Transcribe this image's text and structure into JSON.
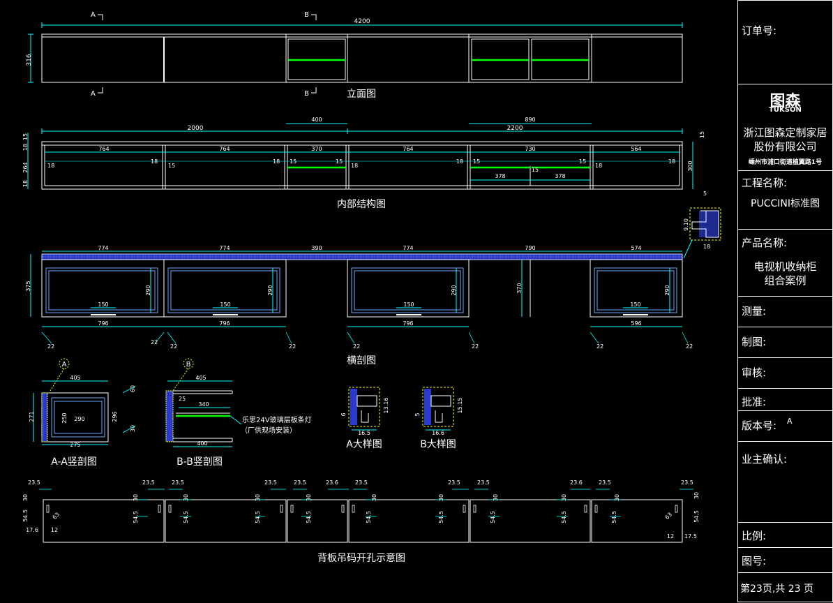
{
  "views": {
    "elevation": {
      "title": "立面图",
      "overall_width": "4200",
      "height": "316",
      "section_a": "A",
      "section_b": "B"
    },
    "internal": {
      "title": "内部结构图",
      "group_widths": [
        "2000",
        "2200"
      ],
      "upper_dims": [
        "400",
        "890"
      ],
      "bay_widths": [
        "764",
        "764",
        "370",
        "764",
        "730",
        "564"
      ],
      "left_stack": [
        "15",
        "18",
        "264",
        "18"
      ],
      "height_right": "300",
      "top_right": "15",
      "thk_left": [
        "18",
        "18",
        "15",
        "18",
        "18",
        "15",
        "15",
        "18"
      ],
      "thk_right": [
        "18",
        "15",
        "15",
        "18",
        "15",
        "18"
      ],
      "sub_widths": [
        "378",
        "378"
      ],
      "mid_thk": "15"
    },
    "plan": {
      "title": "横剖图",
      "top_widths": [
        "774",
        "774",
        "390",
        "774",
        "790",
        "574"
      ],
      "depth": "375",
      "inner_depth": "290",
      "open_depth": "370",
      "bottom_widths": [
        "796",
        "796",
        "796",
        "596"
      ],
      "handle_widths": [
        "150",
        "150",
        "150",
        "150"
      ],
      "setbacks": [
        "22",
        "22",
        "22",
        "22",
        "22",
        "22",
        "22",
        "22"
      ],
      "detail_a": "5",
      "detail_b": "18",
      "detail_c": "9.10"
    },
    "section_aa": {
      "title": "A-A竖剖图",
      "bubble": "A",
      "dims": [
        "405",
        "271",
        "250",
        "290",
        "296",
        "275",
        "60",
        "30"
      ]
    },
    "section_bb": {
      "title": "B-B竖剖图",
      "bubble": "B",
      "dims": [
        "405",
        "25",
        "340",
        "400"
      ],
      "note1": "乐思24V玻璃层板条灯",
      "note2": "（厂供现场安装）"
    },
    "detail_a": {
      "title": "A大样图",
      "dims": [
        "16.5",
        "13.16",
        "6"
      ]
    },
    "detail_b": {
      "title": "B大样图",
      "dims": [
        "16.6",
        "15.15",
        "5"
      ]
    },
    "back_panel": {
      "title": "背板吊码开孔示意图",
      "top_dims": [
        "23.5",
        "23.5",
        "23.5",
        "23.5",
        "23.5",
        "23.6",
        "23.5",
        "23.5",
        "23.5",
        "23.6",
        "23.5",
        "23.5"
      ],
      "side_dims": [
        "30",
        "54.5",
        "17.6",
        "12",
        "63",
        "30",
        "54.5",
        "17.5",
        "12",
        "63"
      ]
    }
  },
  "titleblock": {
    "order_no": "订单号:",
    "logo": "图森",
    "logo_sub": "TUKSON",
    "company_1": "浙江图森定制家居",
    "company_2": "股份有限公司",
    "address": "嵊州市浦口街道植翼路1号",
    "project_label": "工程名称:",
    "project_value": "PUCCINI标准图",
    "product_label": "产品名称:",
    "product_value_1": "电视机收纳柜",
    "product_value_2": "组合案例",
    "survey": "测量:",
    "drawn": "制图:",
    "review": "审核:",
    "approve": "批准:",
    "version_label": "版本号:",
    "version_value": "A",
    "owner": "业主确认:",
    "scale": "比例:",
    "drawing_no": "图号:",
    "page": "第23页,共 23 页"
  },
  "colors": {
    "bg": "#000000",
    "line": "#ffffff",
    "dim": "#00ffff",
    "led": "#00ff00",
    "hatch": "#ffff00",
    "fill": "#2a3acc"
  }
}
